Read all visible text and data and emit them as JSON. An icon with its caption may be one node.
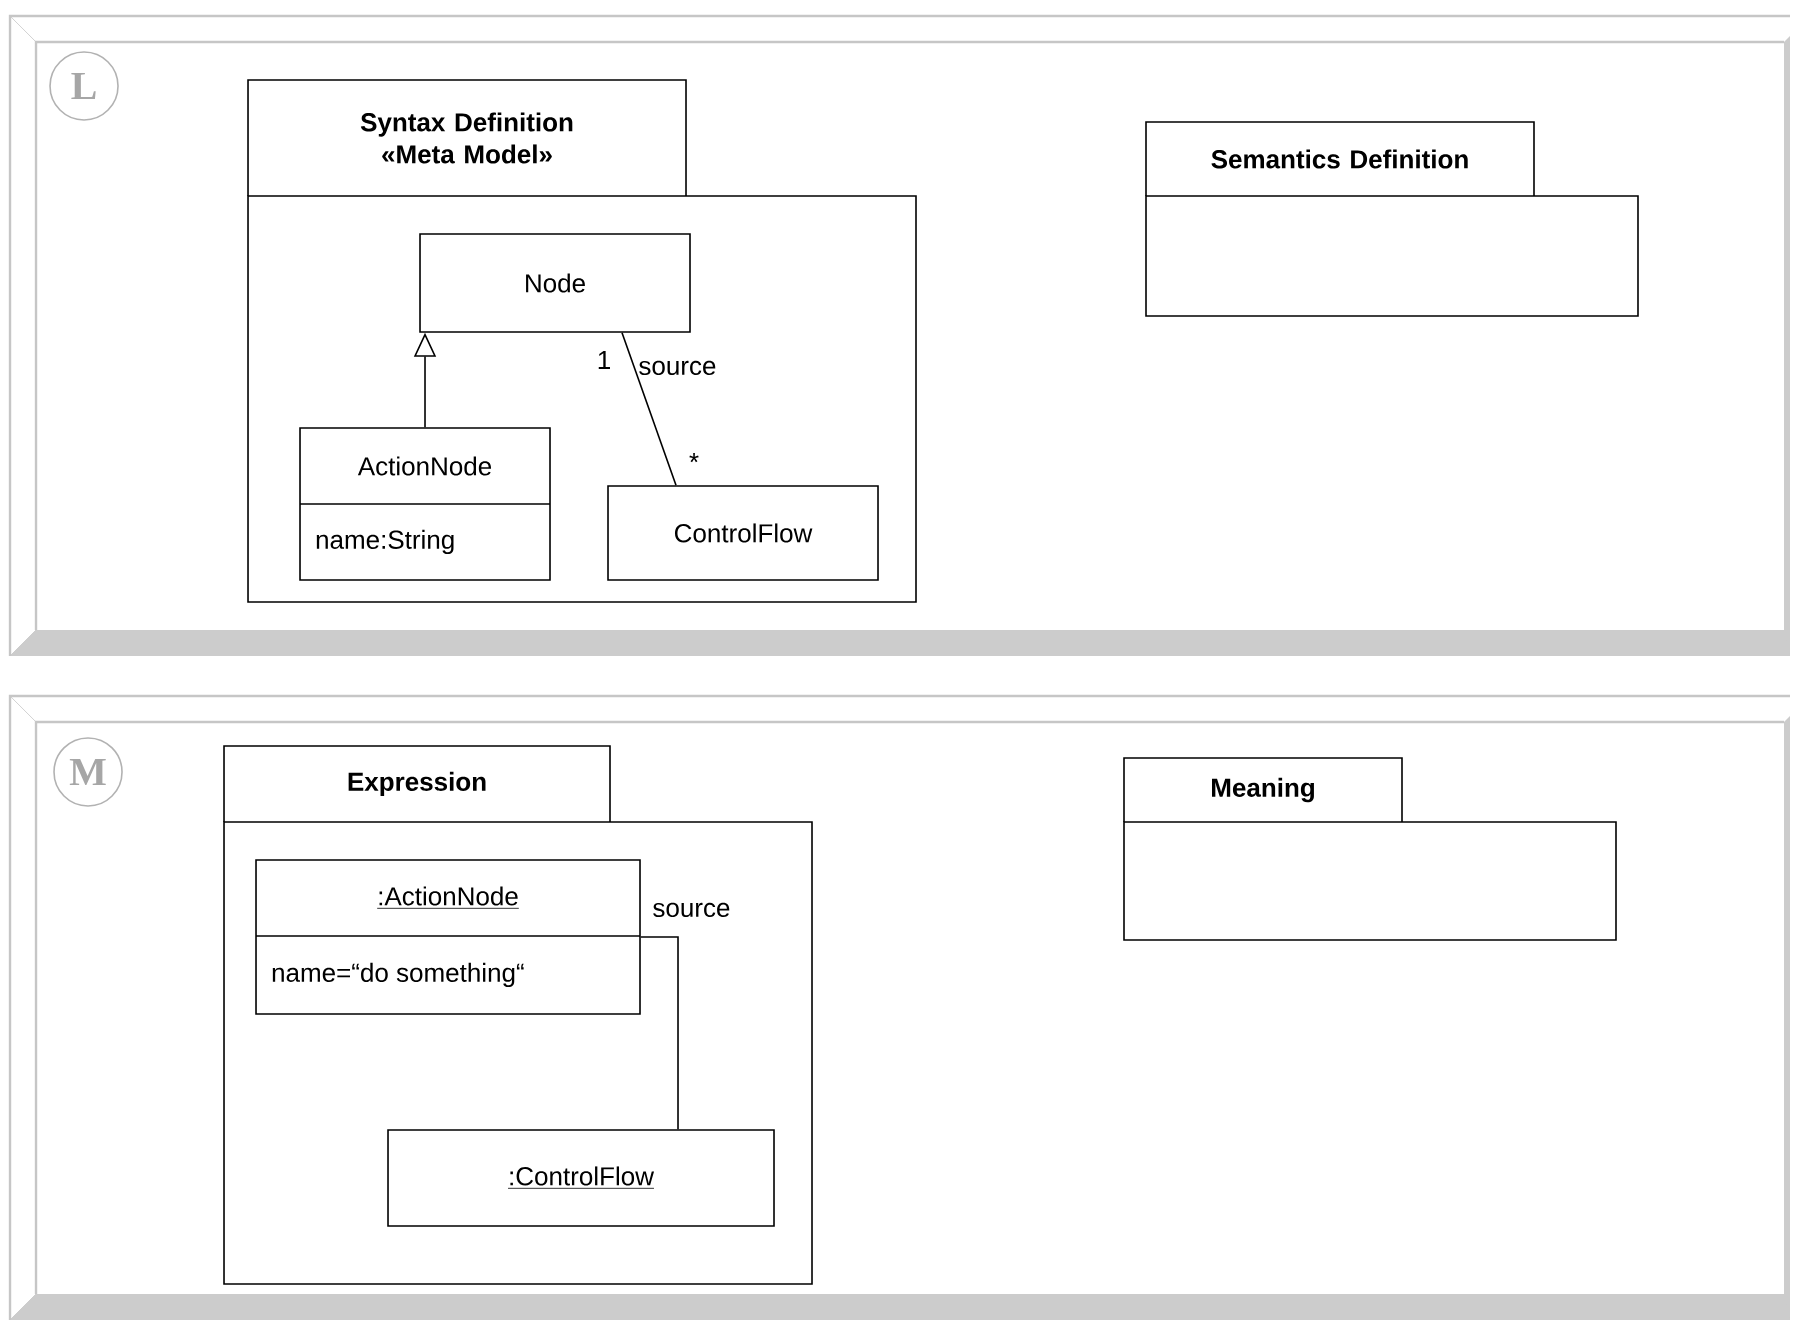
{
  "diagram": {
    "nodes": [
      {
        "text": [
          "L"
        ]
      },
      {
        "text": [
          "Syntax Definition «Meta Model»"
        ],
        "in": 0
      },
      {
        "text": [
          "Node"
        ],
        "in": 1
      },
      {
        "text": [
          "ActionNode",
          "name:String"
        ],
        "in": 1
      },
      {
        "text": [
          "ControlFlow"
        ],
        "in": 1
      },
      {
        "text": [
          "Semantics Definition"
        ],
        "in": 0
      },
      {
        "text": [
          "M"
        ]
      },
      {
        "text": [
          "Expression"
        ],
        "in": 6
      },
      {
        "text": [
          ":ActionNode",
          "name=“do something“"
        ],
        "in": 7
      },
      {
        "text": [
          ":ControlFlow"
        ],
        "in": 7
      },
      {
        "text": [
          "Meaning"
        ],
        "in": 6
      }
    ],
    "edges": [
      {
        "from": 3,
        "to": 2,
        "arrow": "to"
      },
      {
        "from": 2,
        "to": 4,
        "arrow": "none",
        "label": "source"
      },
      {
        "from": 8,
        "to": 9,
        "arrow": "none",
        "label": "source"
      }
    ],
    "labels": [
      "1",
      "*"
    ]
  }
}
